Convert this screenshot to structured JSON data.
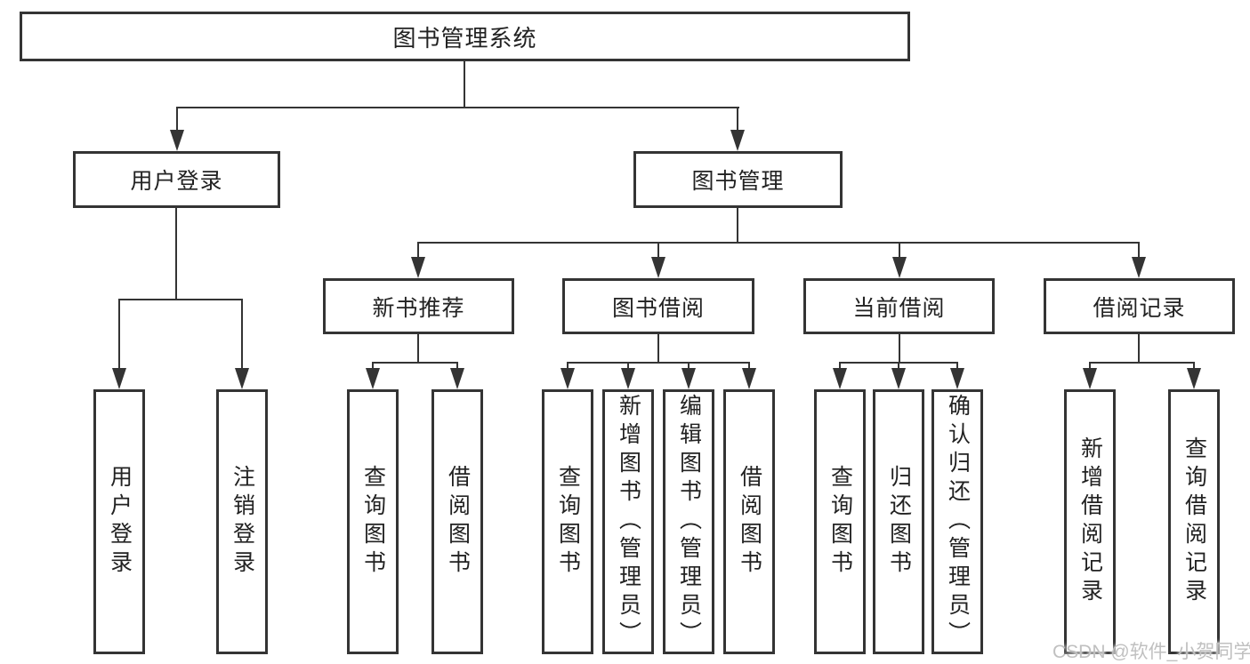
{
  "diagram": {
    "root": {
      "label": "图书管理系统"
    },
    "level1": [
      {
        "label": "用户登录"
      },
      {
        "label": "图书管理"
      }
    ],
    "user_login_children": [
      {
        "label": "用户登录"
      },
      {
        "label": "注销登录"
      }
    ],
    "book_mgmt_children": [
      {
        "label": "新书推荐"
      },
      {
        "label": "图书借阅"
      },
      {
        "label": "当前借阅"
      },
      {
        "label": "借阅记录"
      }
    ],
    "new_book_children": [
      {
        "label": "查询图书"
      },
      {
        "label": "借阅图书"
      }
    ],
    "book_borrow_children": [
      {
        "label": "查询图书"
      },
      {
        "label": "新增图书（管理员）"
      },
      {
        "label": "编辑图书（管理员）"
      },
      {
        "label": "借阅图书"
      }
    ],
    "current_borrow_children": [
      {
        "label": "查询图书"
      },
      {
        "label": "归还图书"
      },
      {
        "label": "确认归还（管理员）"
      }
    ],
    "borrow_record_children": [
      {
        "label": "新增借阅记录"
      },
      {
        "label": "查询借阅记录"
      }
    ]
  },
  "watermark": "CSDN @软件_小贺同学",
  "colors": {
    "line": "#343434",
    "text": "#222222",
    "background": "#ffffff",
    "watermark": "#c0c0c0"
  }
}
